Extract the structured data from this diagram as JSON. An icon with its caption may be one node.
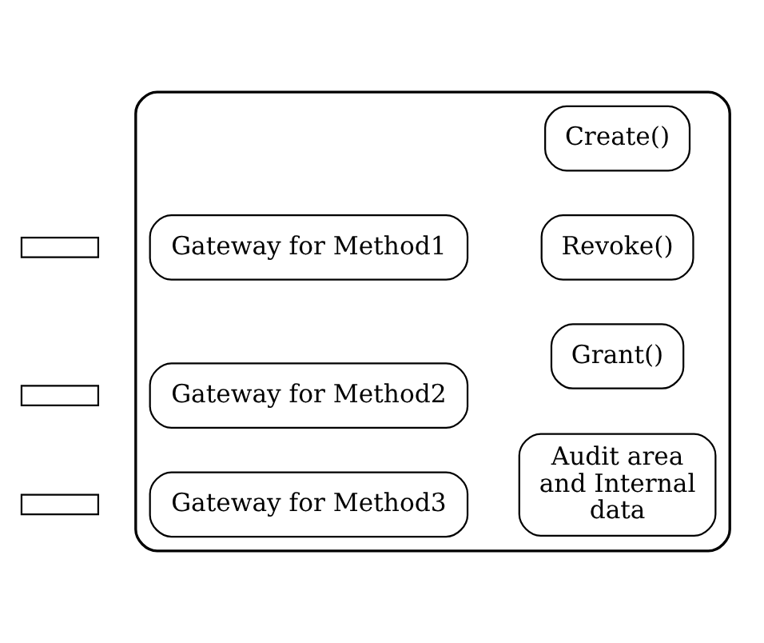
{
  "diagram": {
    "nodes": [
      {
        "text": [],
        "shape": "box"
      },
      {
        "text": [
          "Grant()"
        ],
        "in": 0
      },
      {
        "text": [
          "Revoke()"
        ],
        "in": 0
      },
      {
        "text": [
          "Create()"
        ],
        "in": 0
      },
      {
        "text": [
          "Gateway for Method1"
        ],
        "in": 0
      },
      {
        "text": [
          "Gateway for Method2"
        ],
        "in": 0
      },
      {
        "text": [
          "Gateway for Method3"
        ],
        "in": 0
      },
      {
        "text": [
          "Audit area and Internal data"
        ],
        "in": 0
      },
      {
        "text": [],
        "shape": "bar"
      },
      {
        "text": [],
        "shape": "bar"
      },
      {
        "text": [],
        "shape": "bar"
      }
    ],
    "edges": []
  }
}
